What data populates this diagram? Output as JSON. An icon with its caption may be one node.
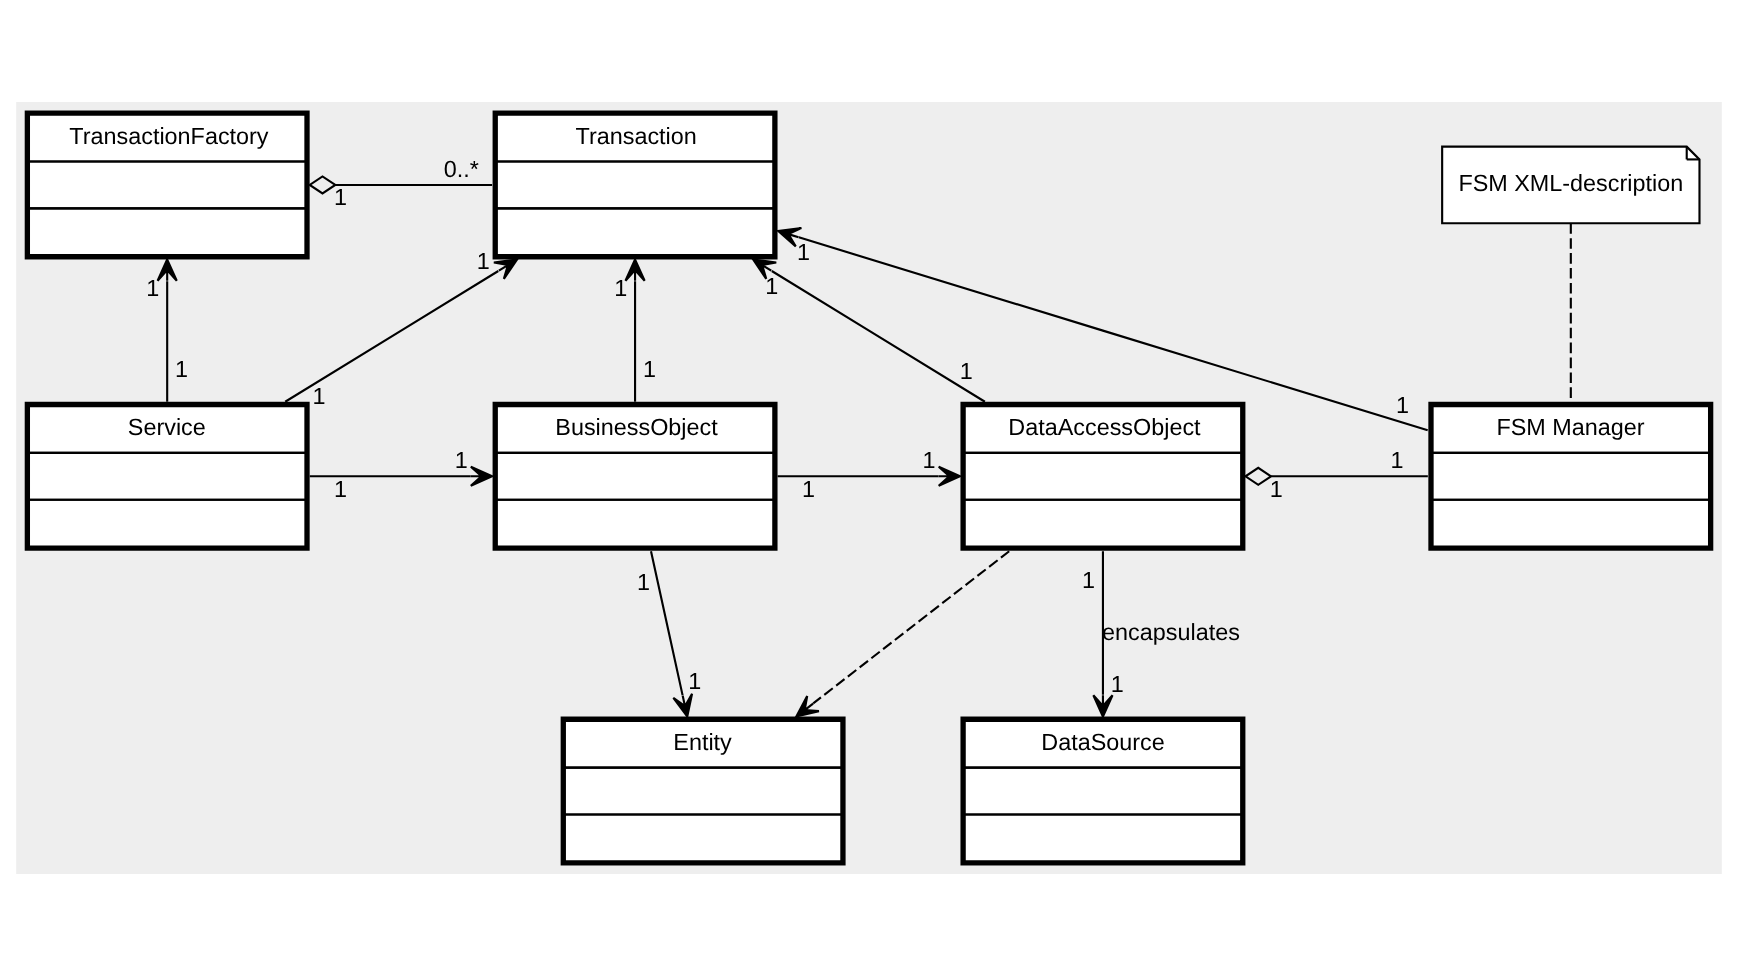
{
  "diagram": {
    "nodes": [
      {
        "text": [
          "TransactionFactory"
        ]
      },
      {
        "text": [
          "Transaction"
        ]
      },
      {
        "text": [
          "FSM XML-description"
        ]
      },
      {
        "text": [
          "Service"
        ]
      },
      {
        "text": [
          "BusinessObject"
        ]
      },
      {
        "text": [
          "DataAccessObject"
        ]
      },
      {
        "text": [
          "FSM Manager"
        ]
      },
      {
        "text": [
          "Entity"
        ]
      },
      {
        "text": [
          "DataSource"
        ]
      }
    ],
    "edges": [
      {
        "from": 0,
        "to": 1,
        "arrow": "other"
      },
      {
        "from": 3,
        "to": 0,
        "arrow": "to"
      },
      {
        "from": 3,
        "to": 1,
        "arrow": "to"
      },
      {
        "from": 4,
        "to": 1,
        "arrow": "to"
      },
      {
        "from": 5,
        "to": 1,
        "arrow": "to"
      },
      {
        "from": 6,
        "to": 1,
        "arrow": "to"
      },
      {
        "from": 2,
        "to": 6,
        "arrow": "none",
        "style": "dashed"
      },
      {
        "from": 3,
        "to": 4,
        "arrow": "to"
      },
      {
        "from": 4,
        "to": 5,
        "arrow": "to"
      },
      {
        "from": 5,
        "to": 6,
        "arrow": "other"
      },
      {
        "from": 4,
        "to": 7,
        "arrow": "to"
      },
      {
        "from": 5,
        "to": 7,
        "arrow": "to",
        "style": "dashed"
      },
      {
        "from": 5,
        "to": 8,
        "arrow": "to",
        "label": "encapsulates"
      }
    ],
    "labels": [
      "1",
      "0..*",
      "1",
      "1",
      "1",
      "1",
      "1",
      "1",
      "1",
      "1",
      "1",
      "1",
      "1",
      "1",
      "1",
      "1",
      "1",
      "1",
      "1",
      "1",
      "1",
      "1"
    ]
  }
}
